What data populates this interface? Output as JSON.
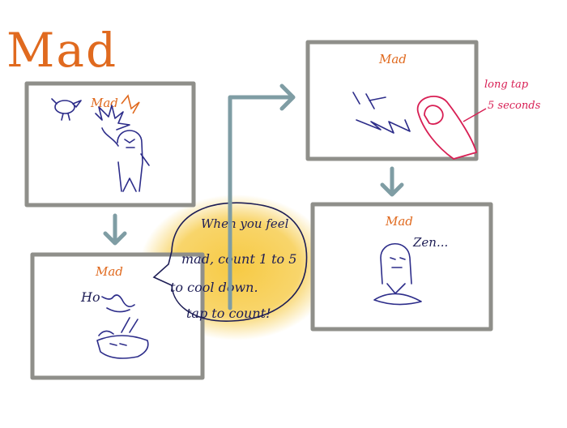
{
  "title": "Mad",
  "panels": [
    {
      "label": "Mad"
    },
    {
      "label": "Mad",
      "text": "Ho"
    },
    {
      "label": "Mad"
    },
    {
      "label": "Mad",
      "text": "Zen..."
    }
  ],
  "speech": {
    "lines": [
      "When you feel",
      "mad, count 1 to 5",
      "to cool down.",
      "tap to count!"
    ]
  },
  "annotation": {
    "lines": [
      "long tap",
      "5 seconds"
    ]
  },
  "colors": {
    "title": "#e06a1f",
    "frame": "#8f8f8a",
    "arrow": "#7f9da4",
    "ink": "#2d2d8a",
    "accent": "#d81f54",
    "bubble": "#f6c73a"
  },
  "icons": {
    "arrows": "flow-arrow-icon",
    "thumb": "thumb-icon"
  }
}
